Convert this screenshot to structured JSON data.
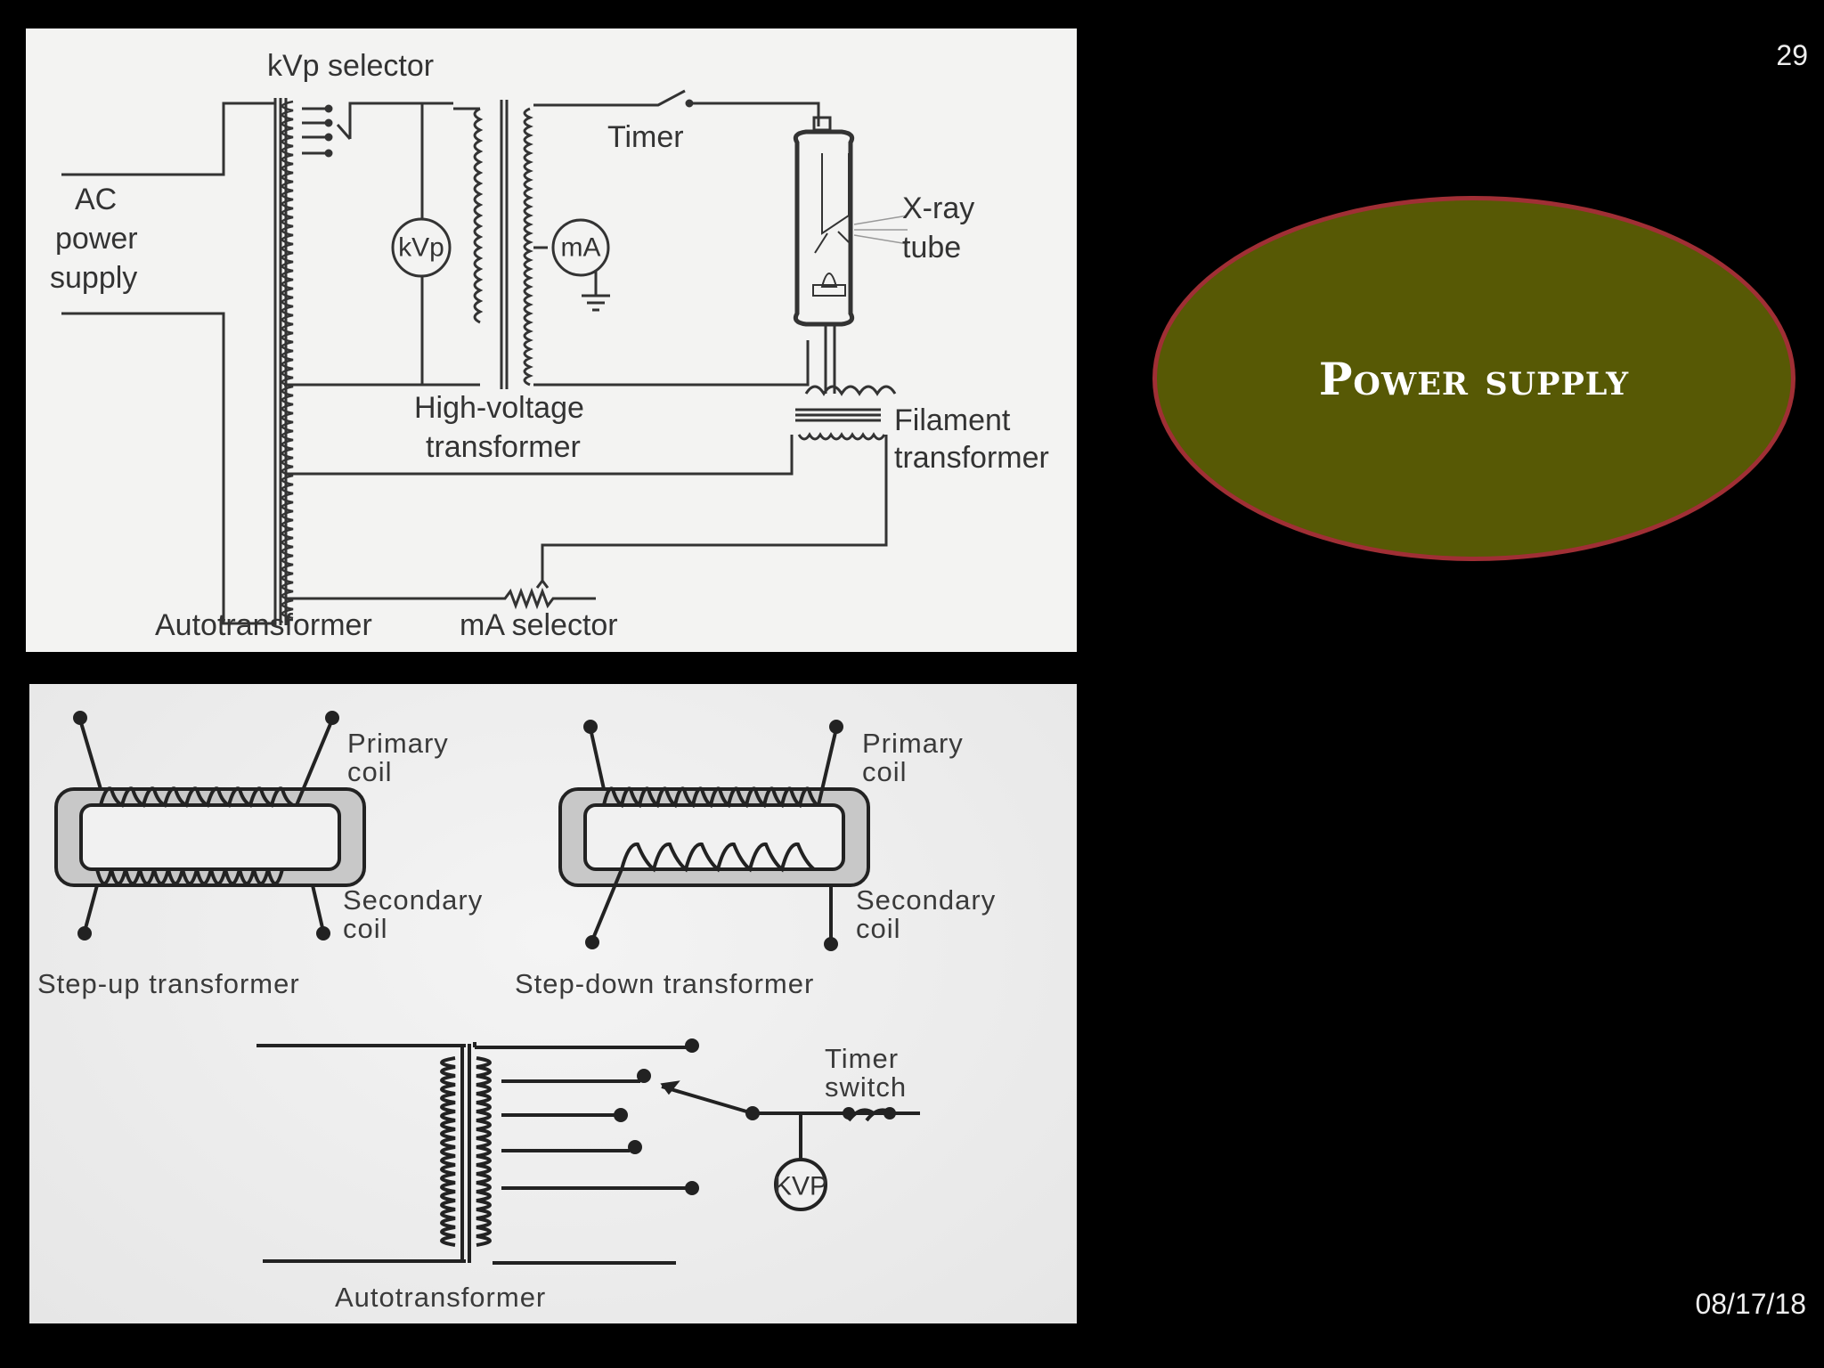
{
  "slide": {
    "page_number": "29",
    "date": "08/17/18",
    "title": "Power supply"
  },
  "diagram_1": {
    "labels": {
      "kvp_selector": "kVp selector",
      "ac_line1": "AC",
      "ac_line2": "power",
      "ac_line3": "supply",
      "timer": "Timer",
      "xray_line1": "X-ray",
      "xray_line2": "tube",
      "hv_line1": "High-voltage",
      "hv_line2": "transformer",
      "filament_line1": "Filament",
      "filament_line2": "transformer",
      "autotransformer": "Autotransformer",
      "ma_selector": "mA selector"
    },
    "meters": {
      "kvp": "kVp",
      "ma": "mA"
    }
  },
  "diagram_2": {
    "labels": {
      "primary_left_1": "Primary",
      "primary_left_2": "coil",
      "secondary_left_1": "Secondary",
      "secondary_left_2": "coil",
      "primary_right_1": "Primary",
      "primary_right_2": "coil",
      "secondary_right_1": "Secondary",
      "secondary_right_2": "coil",
      "step_up": "Step-up transformer",
      "step_down": "Step-down transformer",
      "timer_line1": "Timer",
      "timer_line2": "switch",
      "autotransformer": "Autotransformer"
    },
    "meters": {
      "kvp": "KVP"
    }
  }
}
